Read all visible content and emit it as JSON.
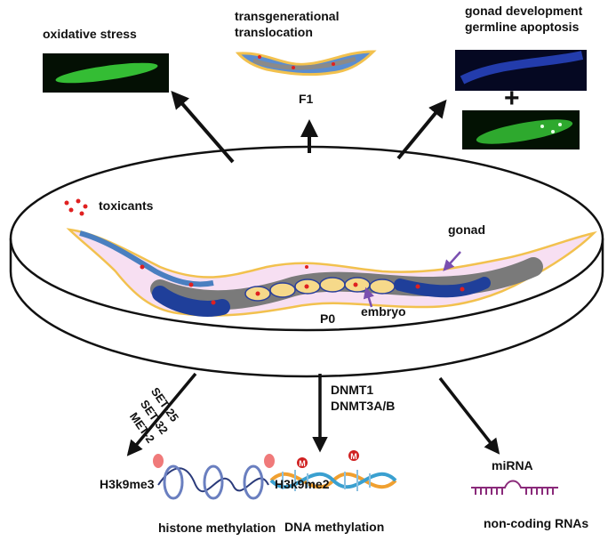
{
  "labels": {
    "oxidative_stress": "oxidative stress",
    "transgenerational_1": "transgenerational",
    "transgenerational_2": "translocation",
    "f1": "F1",
    "gonad_dev": "gonad development",
    "germline_apoptosis": "germline apoptosis",
    "plus": "+",
    "toxicants": "toxicants",
    "gonad": "gonad",
    "embryo": "embryo",
    "p0": "P0",
    "set25": "SET-25",
    "set32": "SET-32",
    "met2": "MET-2",
    "dnmt1": "DNMT1",
    "dnmt3": "DNMT3A/B",
    "h3k9me3": "H3k9me3",
    "h3k9me2": "H3k9me2",
    "histone_methylation": "histone methylation",
    "dna_methylation": "DNA methylation",
    "mirna": "miRNA",
    "noncoding": "non-coding RNAs",
    "m_mark": "M"
  },
  "colors": {
    "worm_body": "#f7dff2",
    "worm_outline": "#f2c14e",
    "gut": "#7a7a7a",
    "gonad_blue": "#4a7fc0",
    "dark_blue": "#1f3f9a",
    "toxicant_red": "#e02020",
    "arrow_purple": "#7a4fb0",
    "fluor_green": "#3ddc3d",
    "mirna_purple": "#8a2a7a"
  }
}
